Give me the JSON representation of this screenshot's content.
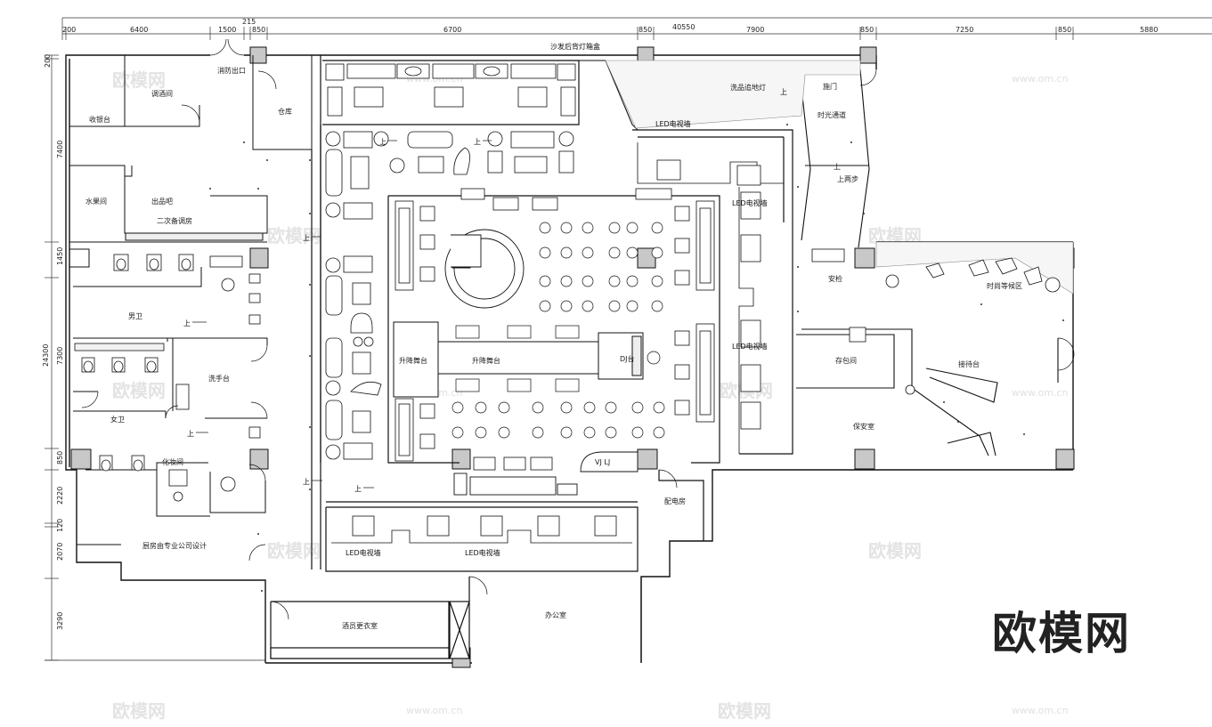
{
  "top_dimensions": [
    "200",
    "6400",
    "1500",
    "215",
    "850",
    "6700",
    "850",
    "40550",
    "7900",
    "850",
    "7250",
    "850",
    "5880"
  ],
  "left_dimensions": [
    "200",
    "7400",
    "1450",
    "24300",
    "7300",
    "850",
    "2220",
    "120",
    "2070",
    "3290"
  ],
  "rooms": {
    "fire_exit": "消防出口",
    "cashier": "收银台",
    "wine_room": "调酒间",
    "warehouse": "仓库",
    "fruit_room": "水果间",
    "pickup": "出品吧",
    "secondary_bar": "二次备调房",
    "male_wc": "男卫",
    "female_wc": "女卫",
    "washbasin": "洗手台",
    "makeup": "化妆间",
    "kitchen": "厨房由专业公司设计",
    "staff_locker": "酒员更衣室",
    "office": "办公室",
    "power_room": "配电房",
    "lift_stage_1": "升降舞台",
    "lift_stage_2": "升降舞台",
    "dj": "DJ台",
    "vj": "VJ  LJ",
    "time_tunnel": "时光通道",
    "elevator": "施门",
    "security_check": "安检",
    "fashion_waiting": "时尚等候区",
    "coat_room": "存包间",
    "reception": "接待台",
    "security_room": "保安室",
    "upstairs": "上两步",
    "floor_light": "洗品追地灯"
  },
  "tags": {
    "led_wall_1": "LED电视墙",
    "led_wall_2": "LED电视墙",
    "led_wall_3": "LED电视墙",
    "led_wall_4": "LED电视墙",
    "led_wall_5": "LED电视墙",
    "ceiling_note": "沙发后背灯箱盒"
  },
  "arrow_label": "上",
  "watermark": "欧模网",
  "watermark_url": "www.om.cn",
  "logo": "欧模网"
}
